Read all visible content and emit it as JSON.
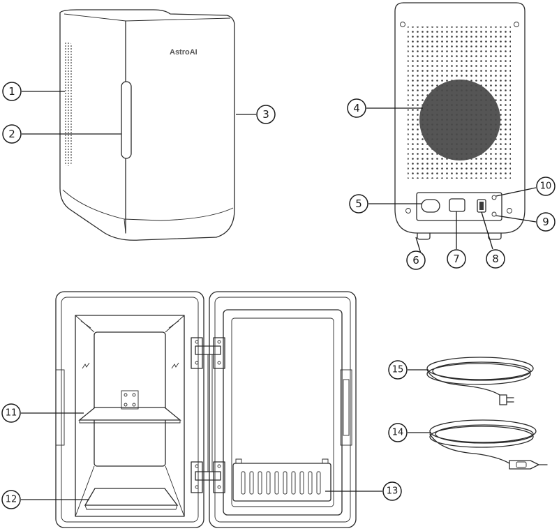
{
  "brand": "AstroAI",
  "callouts": [
    {
      "id": "1",
      "label": "1"
    },
    {
      "id": "2",
      "label": "2"
    },
    {
      "id": "3",
      "label": "3"
    },
    {
      "id": "4",
      "label": "4"
    },
    {
      "id": "5",
      "label": "5"
    },
    {
      "id": "6",
      "label": "6"
    },
    {
      "id": "7",
      "label": "7"
    },
    {
      "id": "8",
      "label": "8"
    },
    {
      "id": "9",
      "label": "9"
    },
    {
      "id": "10",
      "label": "10"
    },
    {
      "id": "11",
      "label": "11"
    },
    {
      "id": "12",
      "label": "12"
    },
    {
      "id": "13",
      "label": "13"
    },
    {
      "id": "14",
      "label": "14"
    },
    {
      "id": "15",
      "label": "15"
    }
  ]
}
